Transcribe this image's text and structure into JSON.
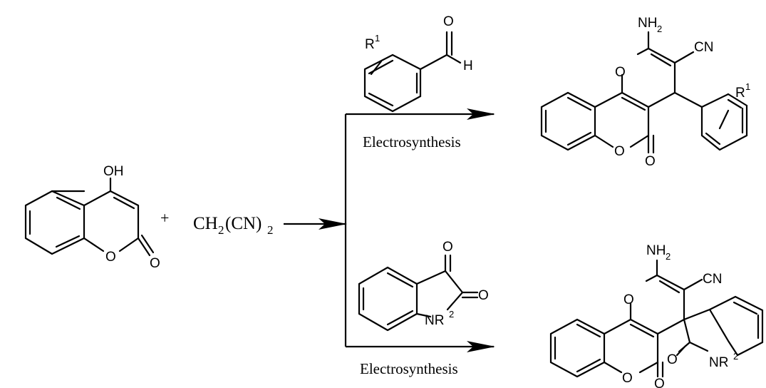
{
  "reactants": {
    "coumarin": {
      "oh_label": "OH",
      "ring_o": "O",
      "carbonyl_o": "O"
    },
    "plus_sign": "+",
    "malononitrile": {
      "main": "CH",
      "sub1": "2",
      "middle": "(CN)",
      "sub2": "2"
    }
  },
  "top_branch": {
    "aldehyde": {
      "substituent": "R",
      "substituent_sup": "1",
      "carbonyl_o": "O",
      "h_label": "H"
    },
    "condition": "Electrosynthesis",
    "product": {
      "amine": "NH",
      "amine_sub": "2",
      "nitrile": "CN",
      "pyran_o": "O",
      "lactone_o": "O",
      "carbonyl_o": "O",
      "substituent": "R",
      "substituent_sup": "1"
    }
  },
  "bottom_branch": {
    "isatin": {
      "carbonyl_o_top": "O",
      "carbonyl_o_side": "O",
      "nitrogen": "NR",
      "nitrogen_sup": "2"
    },
    "condition": "Electrosynthesis",
    "product": {
      "amine": "NH",
      "amine_sub": "2",
      "nitrile": "CN",
      "pyran_o": "O",
      "lactone_o": "O",
      "carbonyl_o": "O",
      "oxindole_o": "O",
      "nitrogen": "NR",
      "nitrogen_sup": "2"
    }
  }
}
